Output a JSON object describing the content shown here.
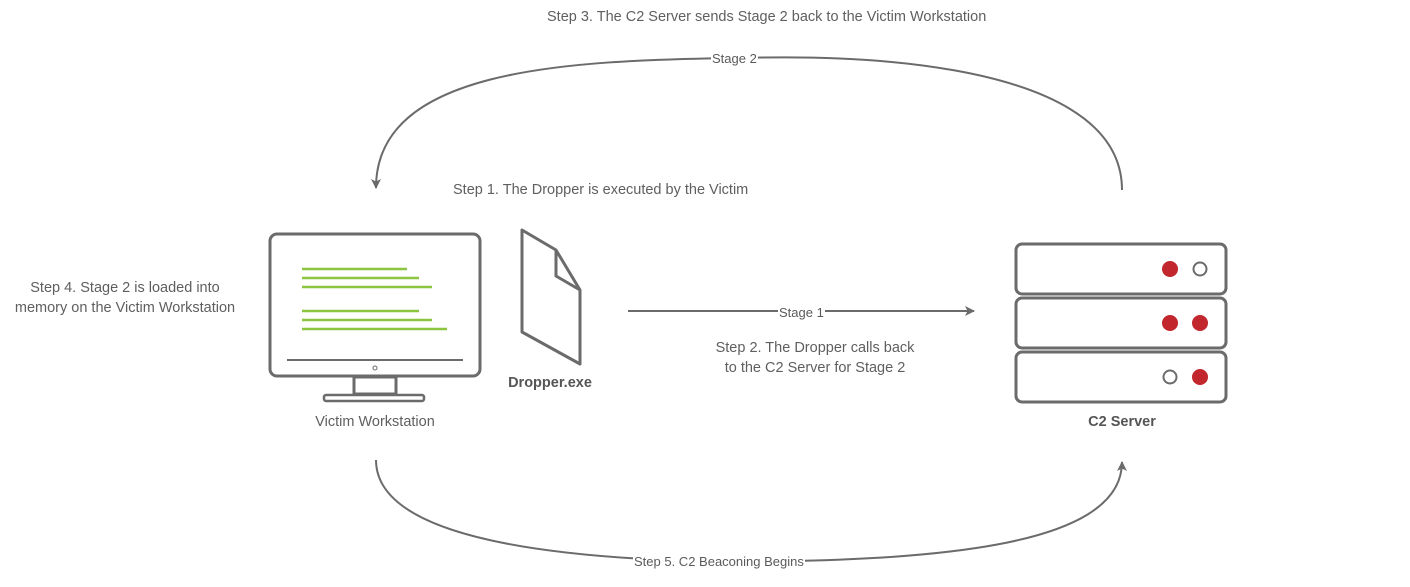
{
  "steps": {
    "step1": "Step 1. The Dropper is executed by the Victim",
    "step2_line1": "Step 2. The Dropper calls back",
    "step2_line2": "to the C2 Server for Stage 2",
    "step3": "Step 3. The C2 Server sends Stage 2 back to the Victim Workstation",
    "step4_line1": "Step 4. Stage 2 is loaded into",
    "step4_line2": "memory on the Victim Workstation",
    "step5": "Step 5. C2 Beaconing Begins"
  },
  "nodes": {
    "victim": "Victim Workstation",
    "dropper": "Dropper.exe",
    "server": "C2 Server"
  },
  "edges": {
    "stage1": "Stage 1",
    "stage2": "Stage 2"
  },
  "colors": {
    "line": "#6b6b6b",
    "code_lines": "#8cc540",
    "led_red": "#c1272d"
  }
}
